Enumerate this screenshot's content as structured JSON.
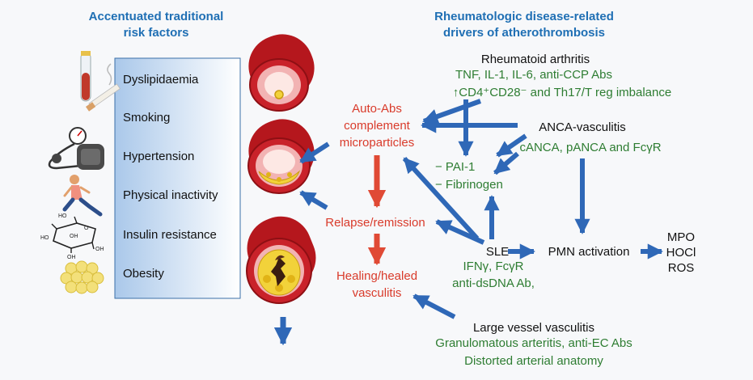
{
  "left_panel": {
    "heading_line1": "Accentuated traditional",
    "heading_line2": "risk factors",
    "factors": [
      "Dyslipidaemia",
      "Smoking",
      "Hypertension",
      "Physical inactivity",
      "Insulin resistance",
      "Obesity"
    ],
    "molecule_labels": [
      "HO",
      "O",
      "OH",
      "HO",
      "OH",
      "OH"
    ]
  },
  "right_panel": {
    "heading_line1": "Rheumatologic disease-related",
    "heading_line2": "drivers of atherothrombosis"
  },
  "ra": {
    "title": "Rheumatoid arthritis",
    "line1": "TNF, IL-1, IL-6, anti-CCP Abs",
    "line2": "↑CD4⁺CD28⁻ and Th17/T reg imbalance"
  },
  "anca": {
    "title": "ANCA-vasculitis",
    "line1": "cANCA, pANCA and FcγR"
  },
  "pai": {
    "line1": "− PAI-1",
    "line2": "− Fibrinogen"
  },
  "auto": {
    "line1": "Auto-Abs",
    "line2": "complement",
    "line3": "microparticles"
  },
  "relapse": "Relapse/remission",
  "healing": {
    "line1": "Healing/healed",
    "line2": "vasculitis"
  },
  "sle": {
    "title": "SLE",
    "line1": "IFNγ, FcγR",
    "line2": "anti-dsDNA Ab,"
  },
  "pmn": "PMN activation",
  "mpo": [
    "MPO",
    "HOCl",
    "ROS"
  ],
  "lvv": {
    "title": "Large vessel vasculitis",
    "line1": "Granulomatous arteritis, anti-EC Abs",
    "line2": "Distorted arterial anatomy"
  },
  "colors": {
    "heading_blue": "#1f6fb4",
    "green": "#2e7d32",
    "red": "#d93b2b",
    "arrow_blue": "#2f68b7",
    "panel_blue": "#b9d4ef",
    "vessel_red": "#b5171d"
  }
}
